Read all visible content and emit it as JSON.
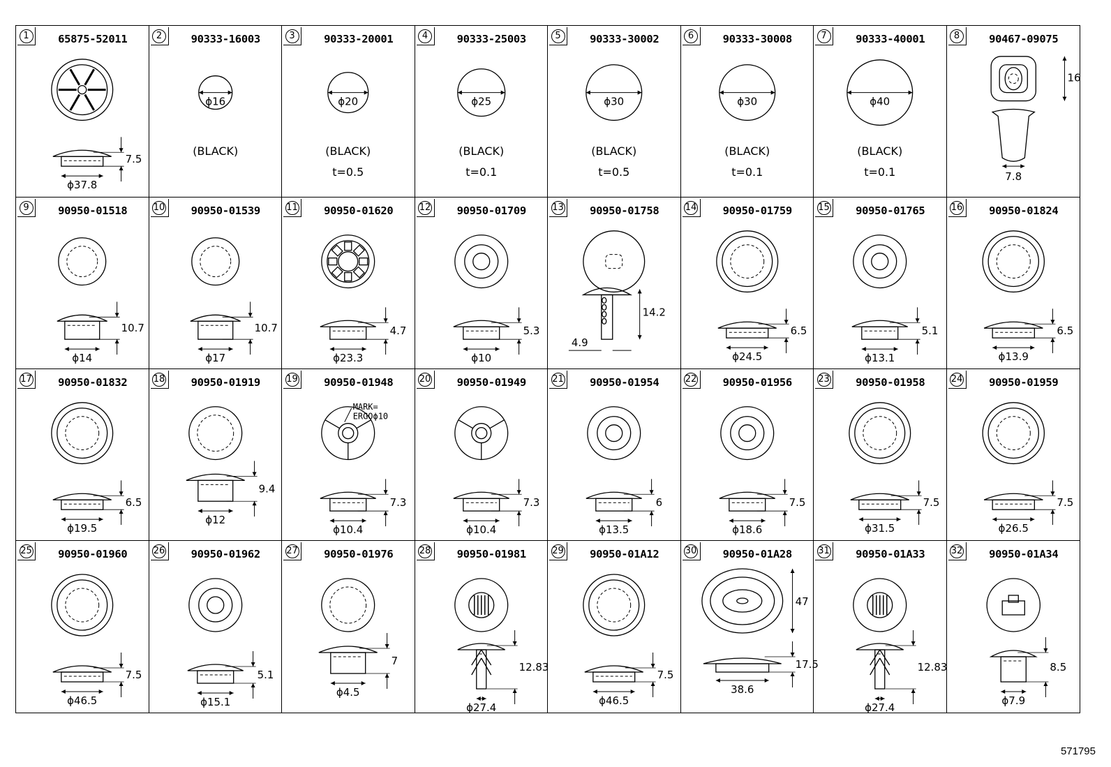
{
  "parts": [
    {
      "index": "1",
      "part_number": "65875-52011",
      "shape": "spoked",
      "dims": [
        "ϕ37.8",
        "7.5"
      ]
    },
    {
      "index": "2",
      "part_number": "90333-16003",
      "shape": "seal",
      "diameter": "ϕ16",
      "color_note": "(BLACK)",
      "thickness": ""
    },
    {
      "index": "3",
      "part_number": "90333-20001",
      "shape": "seal",
      "diameter": "ϕ20",
      "color_note": "(BLACK)",
      "thickness": "t=0.5"
    },
    {
      "index": "4",
      "part_number": "90333-25003",
      "shape": "seal",
      "diameter": "ϕ25",
      "color_note": "(BLACK)",
      "thickness": "t=0.1"
    },
    {
      "index": "5",
      "part_number": "90333-30002",
      "shape": "seal",
      "diameter": "ϕ30",
      "color_note": "(BLACK)",
      "thickness": "t=0.5"
    },
    {
      "index": "6",
      "part_number": "90333-30008",
      "shape": "seal",
      "diameter": "ϕ30",
      "color_note": "(BLACK)",
      "thickness": "t=0.1"
    },
    {
      "index": "7",
      "part_number": "90333-40001",
      "shape": "seal",
      "diameter": "ϕ40",
      "color_note": "(BLACK)",
      "thickness": "t=0.1"
    },
    {
      "index": "8",
      "part_number": "90467-09075",
      "shape": "clip",
      "dims": [
        "7.8",
        "16"
      ]
    },
    {
      "index": "9",
      "part_number": "90950-01518",
      "shape": "plug",
      "dims": [
        "ϕ14",
        "10.7"
      ]
    },
    {
      "index": "10",
      "part_number": "90950-01539",
      "shape": "plug",
      "dims": [
        "ϕ17",
        "10.7"
      ]
    },
    {
      "index": "11",
      "part_number": "90950-01620",
      "shape": "gear",
      "dims": [
        "ϕ23.3",
        "4.7"
      ]
    },
    {
      "index": "12",
      "part_number": "90950-01709",
      "shape": "hollow",
      "dims": [
        "ϕ10",
        "5.3"
      ]
    },
    {
      "index": "13",
      "part_number": "90950-01758",
      "shape": "pin",
      "dims": [
        "4.9",
        "14.2"
      ]
    },
    {
      "index": "14",
      "part_number": "90950-01759",
      "shape": "flat",
      "dims": [
        "ϕ24.5",
        "6.5"
      ]
    },
    {
      "index": "15",
      "part_number": "90950-01765",
      "shape": "hollow",
      "dims": [
        "ϕ13.1",
        "5.1"
      ]
    },
    {
      "index": "16",
      "part_number": "90950-01824",
      "shape": "flat",
      "dims": [
        "ϕ13.9",
        "6.5"
      ]
    },
    {
      "index": "17",
      "part_number": "90950-01832",
      "shape": "flat",
      "dims": [
        "ϕ19.5",
        "6.5"
      ]
    },
    {
      "index": "18",
      "part_number": "90950-01919",
      "shape": "tall",
      "dims": [
        "ϕ12",
        "9.4"
      ]
    },
    {
      "index": "19",
      "part_number": "90950-01948",
      "shape": "marked",
      "dims": [
        "ϕ10.4",
        "7.3"
      ],
      "mark_note": [
        "MARK=",
        "ERGOϕ10"
      ]
    },
    {
      "index": "20",
      "part_number": "90950-01949",
      "shape": "marked",
      "dims": [
        "ϕ10.4",
        "7.3"
      ]
    },
    {
      "index": "21",
      "part_number": "90950-01954",
      "shape": "hollow",
      "dims": [
        "ϕ13.5",
        "6"
      ]
    },
    {
      "index": "22",
      "part_number": "90950-01956",
      "shape": "hollow",
      "dims": [
        "ϕ18.6",
        "7.5"
      ]
    },
    {
      "index": "23",
      "part_number": "90950-01958",
      "shape": "flat",
      "dims": [
        "ϕ31.5",
        "7.5"
      ]
    },
    {
      "index": "24",
      "part_number": "90950-01959",
      "shape": "flat",
      "dims": [
        "ϕ26.5",
        "7.5"
      ]
    },
    {
      "index": "25",
      "part_number": "90950-01960",
      "shape": "flat",
      "dims": [
        "ϕ46.5",
        "7.5"
      ]
    },
    {
      "index": "26",
      "part_number": "90950-01962",
      "shape": "hollow",
      "dims": [
        "ϕ15.1",
        "5.1"
      ]
    },
    {
      "index": "27",
      "part_number": "90950-01976",
      "shape": "tall",
      "dims": [
        "ϕ4.5",
        "7"
      ]
    },
    {
      "index": "28",
      "part_number": "90950-01981",
      "shape": "arrow",
      "dims": [
        "ϕ27.4",
        "12.83"
      ]
    },
    {
      "index": "29",
      "part_number": "90950-01A12",
      "shape": "flat",
      "dims": [
        "ϕ46.5",
        "7.5"
      ]
    },
    {
      "index": "30",
      "part_number": "90950-01A28",
      "shape": "oval",
      "dims": [
        "38.6",
        "17.5",
        "47"
      ]
    },
    {
      "index": "31",
      "part_number": "90950-01A33",
      "shape": "arrow",
      "dims": [
        "ϕ27.4",
        "12.83"
      ]
    },
    {
      "index": "32",
      "part_number": "90950-01A34",
      "shape": "square",
      "dims": [
        "ϕ7.9",
        "8.5"
      ]
    }
  ],
  "footer": {
    "code": "571795"
  }
}
